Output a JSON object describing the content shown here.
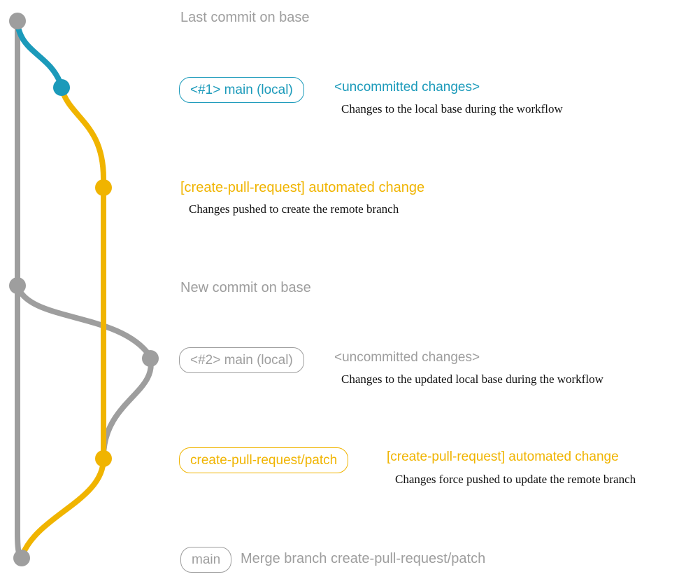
{
  "colors": {
    "gray": "#9e9e9e",
    "teal": "#1b9aba",
    "yellow": "#f0b400",
    "note_text": "#111111"
  },
  "graph": {
    "branches": [
      {
        "name": "base",
        "color": "gray"
      },
      {
        "name": "main-local-1",
        "color": "teal"
      },
      {
        "name": "create-pull-request-patch",
        "color": "yellow"
      },
      {
        "name": "main-local-2",
        "color": "gray"
      }
    ],
    "commits": [
      {
        "name": "last-commit-on-base",
        "color": "gray"
      },
      {
        "name": "main-local-1-uncommitted",
        "color": "teal"
      },
      {
        "name": "automated-change-1",
        "color": "yellow"
      },
      {
        "name": "new-commit-on-base",
        "color": "gray"
      },
      {
        "name": "main-local-2-uncommitted",
        "color": "gray"
      },
      {
        "name": "automated-change-2",
        "color": "yellow"
      },
      {
        "name": "merge-commit",
        "color": "gray"
      }
    ]
  },
  "annotations": {
    "last_commit_on_base": "Last commit on base",
    "branch_badge_1": "<#1> main (local)",
    "uncommitted_1": "<uncommitted changes>",
    "note_1": "Changes to the local base during the workflow",
    "automated_change_1": "[create-pull-request] automated change",
    "note_2": "Changes pushed to create the remote branch",
    "new_commit_on_base": "New commit on base",
    "branch_badge_2": "<#2> main (local)",
    "uncommitted_2": "<uncommitted changes>",
    "note_3": "Changes to the updated local base during the workflow",
    "branch_badge_3": "create-pull-request/patch",
    "automated_change_2": "[create-pull-request] automated change",
    "note_4": "Changes force pushed to update the remote branch",
    "branch_badge_4": "main",
    "merge_message": "Merge branch create-pull-request/patch"
  }
}
